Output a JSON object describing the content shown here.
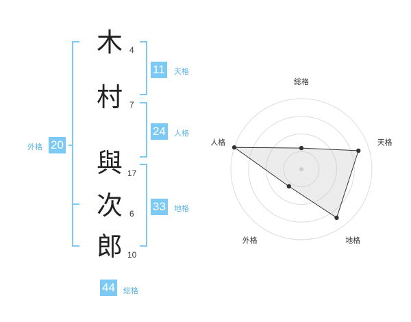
{
  "name_chars": [
    {
      "char": "木",
      "strokes": "4"
    },
    {
      "char": "村",
      "strokes": "7"
    },
    {
      "char": "與",
      "strokes": "17"
    },
    {
      "char": "次",
      "strokes": "6"
    },
    {
      "char": "郎",
      "strokes": "10"
    }
  ],
  "fortunes": {
    "tenkaku": {
      "value": "11",
      "label": "天格"
    },
    "jinkaku": {
      "value": "24",
      "label": "人格"
    },
    "chikaku": {
      "value": "33",
      "label": "地格"
    },
    "gaikaku": {
      "value": "20",
      "label": "外格"
    },
    "soukaku": {
      "value": "44",
      "label": "総格"
    }
  },
  "colors": {
    "accent": "#7ccaf4",
    "bracket": "#7ccaf4"
  },
  "chart_data": {
    "type": "radar",
    "axes": [
      "総格",
      "天格",
      "地格",
      "外格",
      "人格"
    ],
    "values": [
      0.3,
      0.85,
      0.85,
      0.3,
      1.0
    ],
    "rings": 4
  }
}
